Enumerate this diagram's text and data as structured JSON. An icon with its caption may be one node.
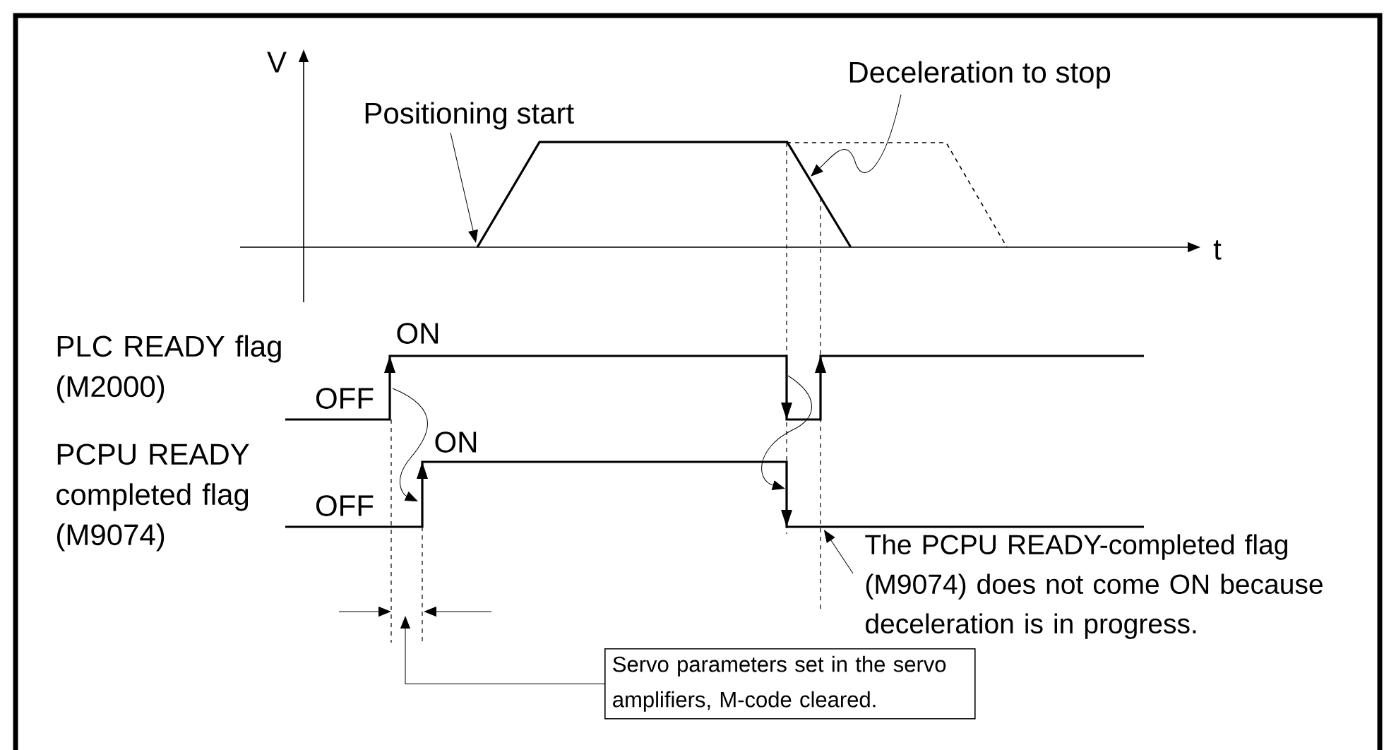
{
  "diagram": {
    "nodes": [
      {
        "text": [
          "Positioning start"
        ]
      },
      {
        "text": [
          "Deceleration to stop"
        ]
      },
      {
        "text": [
          "The PCPU READY-completed flag (M9074) does not come ON because deceleration is in progress."
        ]
      },
      {
        "text": [
          "Servo parameters set in the servo amplifiers, M-code cleared."
        ]
      },
      {
        "text": [],
        "shape": "trapezoid"
      },
      {
        "text": [],
        "shape": "step",
        "beside": [
          "ON",
          "PLC READY flag (M2000)"
        ]
      },
      {
        "text": [],
        "shape": "step",
        "beside": [
          "ON",
          "PCPU READY completed flag (M9074)"
        ]
      }
    ],
    "edges": [
      {
        "from": 0,
        "to": 4,
        "arrow": "to"
      },
      {
        "from": 1,
        "to": 4,
        "arrow": "to"
      },
      {
        "from": 2,
        "to": 6,
        "arrow": "to"
      },
      {
        "from": 3,
        "to": null,
        "arrow": "to"
      },
      {
        "from": 5,
        "to": 6,
        "arrow": "to"
      },
      {
        "from": 5,
        "to": 6,
        "arrow": "to"
      }
    ],
    "labels": [
      "V",
      "t",
      "OFF",
      "OFF"
    ]
  }
}
